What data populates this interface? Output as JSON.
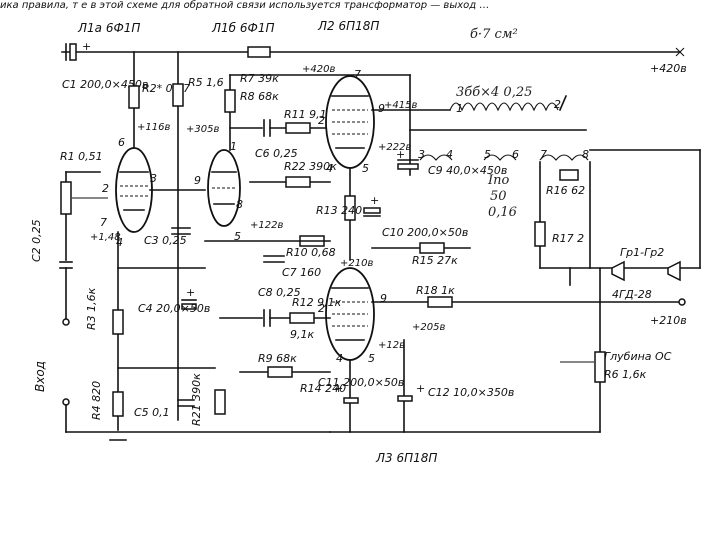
{
  "header_text": "ика правила, т е в этой схеме для обратной связи используется трансформатор — выход …",
  "tubes": {
    "l1a": "Л1а 6Ф1П",
    "l1b": "Л1б 6Ф1П",
    "l2": "Л2 6П18П",
    "l3": "Л3 6П18П"
  },
  "components": {
    "c1": "C1 200,0×450в",
    "c2": "C2 0,25",
    "c3": "C3 0,25",
    "c4": "C4 20,0×50в",
    "c5": "C5 0,1",
    "c6": "C6 0,25",
    "c7": "C7 160",
    "c8": "C8 0,25",
    "c9": "C9 40,0×450в",
    "c10": "C10 200,0×50в",
    "c11": "C11 200,0×50в",
    "c12": "C12 10,0×350в",
    "r1": "R1 0,51",
    "r2": "R2* 0,47",
    "r3": "R3 1,6к",
    "r4": "R4 820",
    "r5": "R5 1,6",
    "r6": "R6 1,6к",
    "r7": "R7 39к",
    "r8": "R8 68к",
    "r9": "R9 68к",
    "r10": "R10 0,68",
    "r11": "R11 9,1к",
    "r12": "R12 9,1к",
    "r13": "R13 240",
    "r14": "R14 240",
    "r15": "R15 27к",
    "r16": "R16 62",
    "r17": "R17 2",
    "r18": "R18 1к",
    "r21": "R21 390к",
    "r22": "R22 390к"
  },
  "voltages": {
    "v420_top": "+420в",
    "v420_right": "+420в",
    "v415": "+415в",
    "v222": "+222в",
    "v116": "+116в",
    "v305": "+305в",
    "v148": "+1,48",
    "v122": "+122в",
    "v210_tube": "+210в",
    "v210_right": "+210в",
    "v205": "+205в",
    "v12": "+12в"
  },
  "transformer": {
    "core_note": "б·7 см²",
    "winding_note": "3бб×4 0,25",
    "sec_note_a": "Iпо",
    "sec_note_b": "50",
    "sec_note_c": "0,16"
  },
  "labels": {
    "input": "Вход",
    "speakers": "Гр1-Гр2",
    "speaker_model": "4ГД-28",
    "depth_fb": "Глубина ОС"
  },
  "pins": {
    "p1": "1",
    "p2": "2",
    "p3": "3",
    "p4": "4",
    "p5": "5",
    "p6": "6",
    "p7": "7",
    "p8": "8",
    "p9": "9"
  }
}
